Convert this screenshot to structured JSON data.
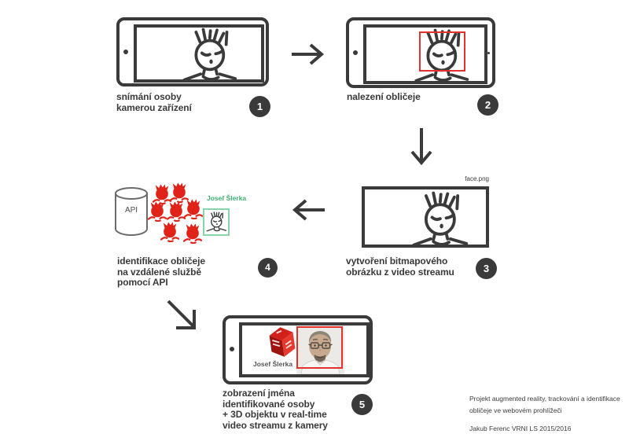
{
  "colors": {
    "ink": "#3a3a3a",
    "red": "#e02318",
    "green": "#3db273"
  },
  "steps": [
    {
      "number": "1",
      "caption_lines": [
        "snímání osoby",
        "kamerou zařízení"
      ]
    },
    {
      "number": "2",
      "caption_lines": [
        "nalezení obličeje"
      ]
    },
    {
      "number": "3",
      "caption_lines": [
        "vytvoření bitmapového",
        "obrázku z video streamu"
      ],
      "file_label": "face.png"
    },
    {
      "number": "4",
      "caption_lines": [
        "identifikace obličeje",
        "na vzdálené službě",
        "pomocí API"
      ],
      "api_label": "API",
      "person_label": "Josef Šlerka"
    },
    {
      "number": "5",
      "caption_lines": [
        "zobrazení jména",
        "identifikované osoby",
        "+ 3D objektu v real-time",
        "video streamu z kamery"
      ],
      "person_label": "Josef Šlerka"
    }
  ],
  "credits": {
    "project_lines": [
      "Projekt augmented reality, trackování a identifikace",
      "obličeje ve webovém prohlížeči"
    ],
    "author_line": "Jakub Ferenc VRNI LS 2015/2016"
  }
}
